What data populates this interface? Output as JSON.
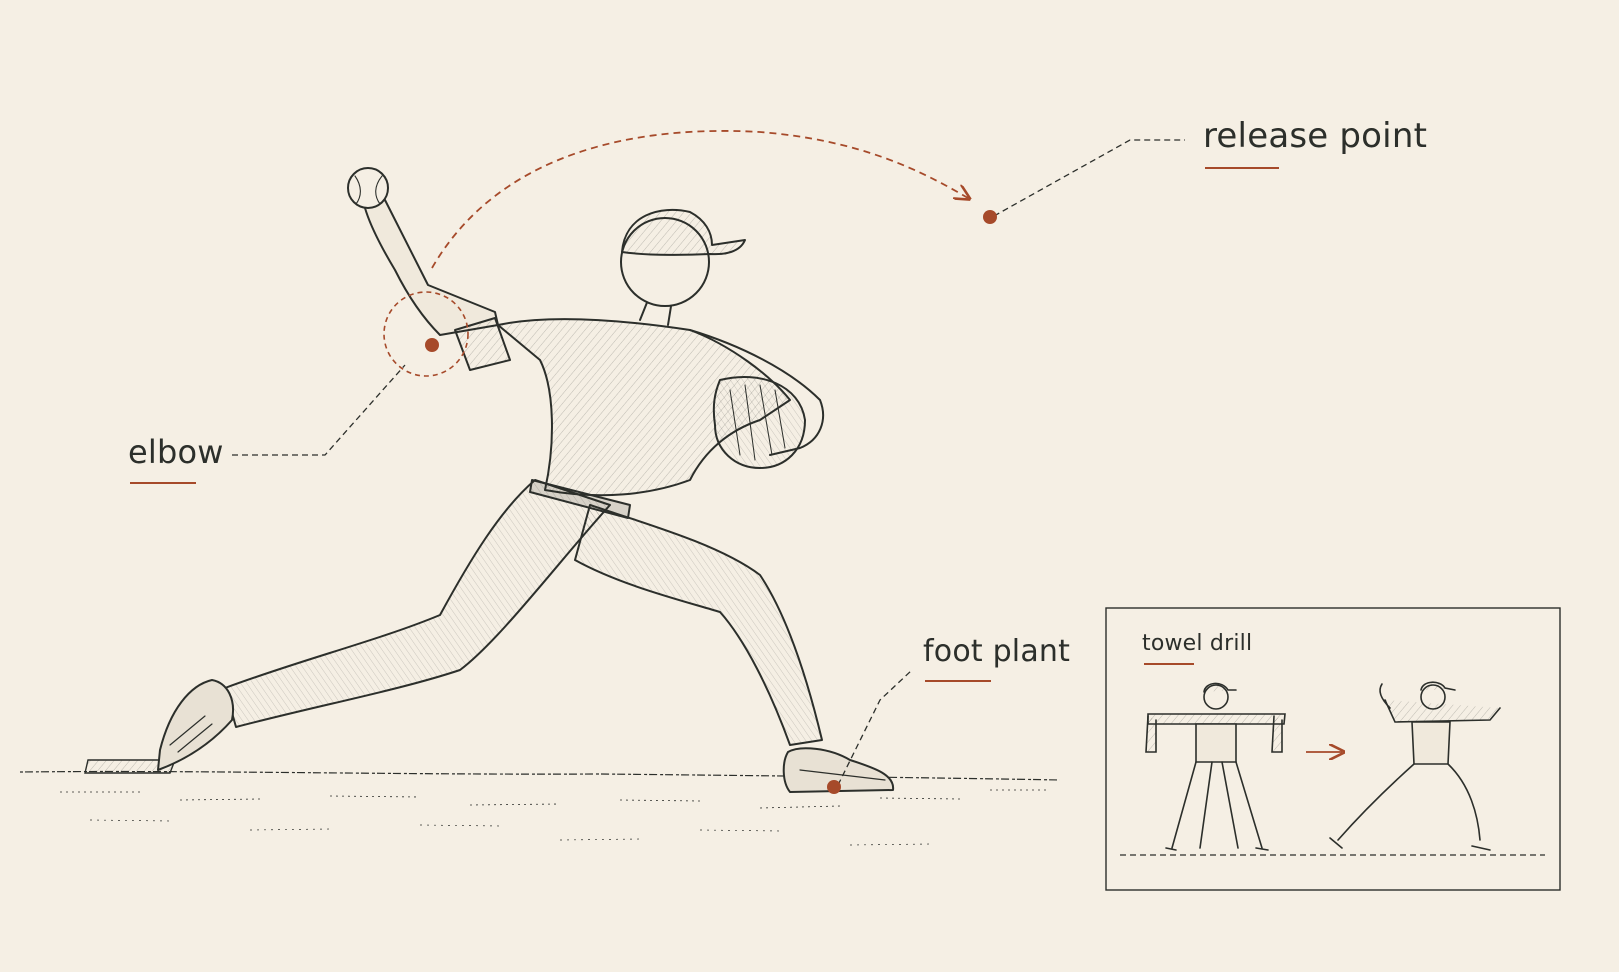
{
  "labels": {
    "release_point": "release point",
    "elbow": "elbow",
    "foot_plant": "foot plant",
    "towel_drill": "towel drill"
  },
  "colors": {
    "ink": "#2c2f2b",
    "accent": "#a64a2a",
    "paper": "#f5efe4"
  }
}
